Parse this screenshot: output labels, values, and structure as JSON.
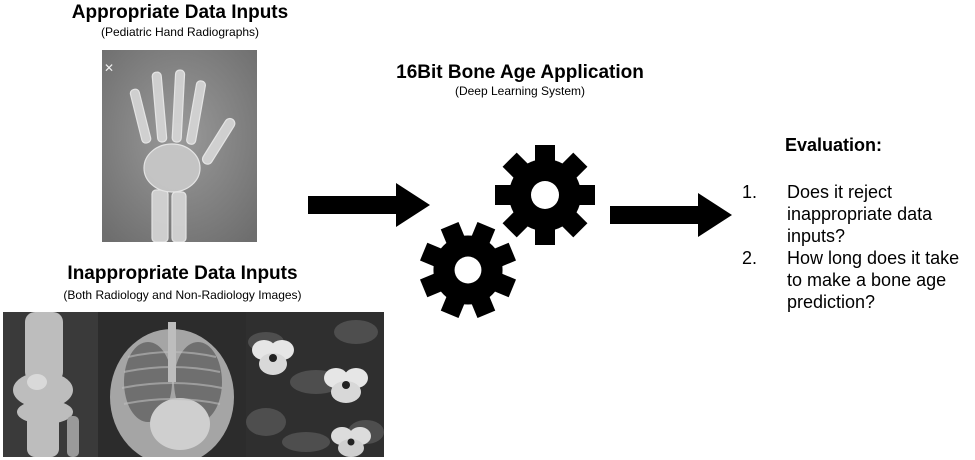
{
  "appropriate": {
    "title": "Appropriate Data Inputs",
    "subtitle": "(Pediatric Hand Radiographs)"
  },
  "inappropriate": {
    "title": "Inappropriate Data Inputs",
    "subtitle": "(Both Radiology and Non-Radiology Images)"
  },
  "application": {
    "title": "16Bit Bone Age Application",
    "subtitle": "(Deep Learning System)"
  },
  "evaluation": {
    "title": "Evaluation:",
    "items": [
      {
        "num": "1.",
        "text": "Does it reject inappropriate data inputs?"
      },
      {
        "num": "2.",
        "text": "How long does it take to make a bone age prediction?"
      }
    ]
  },
  "icons": {
    "arrow": "right-arrow-icon",
    "gear": "gear-icon",
    "hand": "hand-radiograph-image",
    "knee": "knee-radiograph-image",
    "chest": "chest-radiograph-image",
    "flowers": "pansy-flowers-photo"
  }
}
